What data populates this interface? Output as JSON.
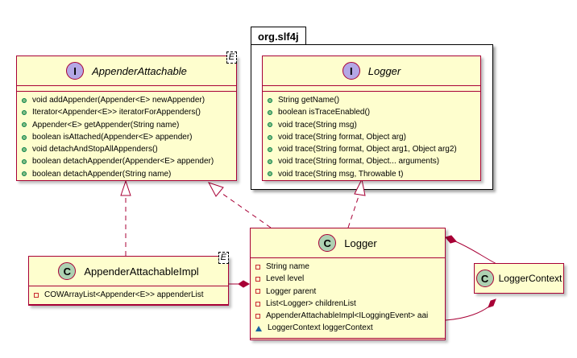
{
  "package": {
    "name": "org.slf4j"
  },
  "classes": {
    "appender_attachable": {
      "kind": "interface",
      "badge": "I",
      "name": "AppenderAttachable",
      "type_param": "E",
      "methods": [
        "void addAppender(Appender<E> newAppender)",
        "Iterator<Appender<E>> iteratorForAppenders()",
        "Appender<E> getAppender(String name)",
        "boolean isAttached(Appender<E> appender)",
        "void detachAndStopAllAppenders()",
        "boolean detachAppender(Appender<E> appender)",
        "boolean detachAppender(String name)"
      ]
    },
    "slf4j_logger": {
      "kind": "interface",
      "badge": "I",
      "name": "Logger",
      "methods": [
        "String getName()",
        "boolean isTraceEnabled()",
        "void trace(String msg)",
        "void trace(String format, Object arg)",
        "void trace(String format, Object arg1, Object arg2)",
        "void trace(String format, Object... arguments)",
        "void trace(String msg, Throwable t)"
      ]
    },
    "appender_attachable_impl": {
      "kind": "class",
      "badge": "C",
      "name": "AppenderAttachableImpl",
      "type_param": "E",
      "fields": [
        {
          "visibility": "private",
          "text": "COWArrayList<Appender<E>> appenderList"
        }
      ]
    },
    "logger": {
      "kind": "class",
      "badge": "C",
      "name": "Logger",
      "fields": [
        {
          "visibility": "private",
          "text": "String name"
        },
        {
          "visibility": "private",
          "text": "Level level"
        },
        {
          "visibility": "private",
          "text": "Logger parent"
        },
        {
          "visibility": "private",
          "text": "List<Logger> childrenList"
        },
        {
          "visibility": "private",
          "text": "AppenderAttachableImpl<ILoggingEvent> aai"
        },
        {
          "visibility": "package",
          "text": "LoggerContext loggerContext"
        }
      ]
    },
    "logger_context": {
      "kind": "class",
      "badge": "C",
      "name": "LoggerContext"
    }
  },
  "relations": [
    {
      "from": "AppenderAttachableImpl",
      "to": "AppenderAttachable",
      "type": "realization"
    },
    {
      "from": "Logger",
      "to": "AppenderAttachable",
      "type": "realization"
    },
    {
      "from": "Logger",
      "to": "org.slf4j.Logger",
      "type": "realization"
    },
    {
      "from": "Logger",
      "to": "AppenderAttachableImpl",
      "type": "composition"
    },
    {
      "from": "LoggerContext",
      "to": "Logger",
      "type": "composition"
    },
    {
      "from": "Logger",
      "to": "LoggerContext",
      "type": "composition"
    }
  ],
  "colors": {
    "class_fill": "#FEFECE",
    "class_border": "#A80036",
    "interface_badge": "#B4A7E5",
    "class_badge": "#ADD1B2",
    "public_marker": "#84BE84",
    "private_marker": "#C82930",
    "package_marker": "#1963A0"
  }
}
